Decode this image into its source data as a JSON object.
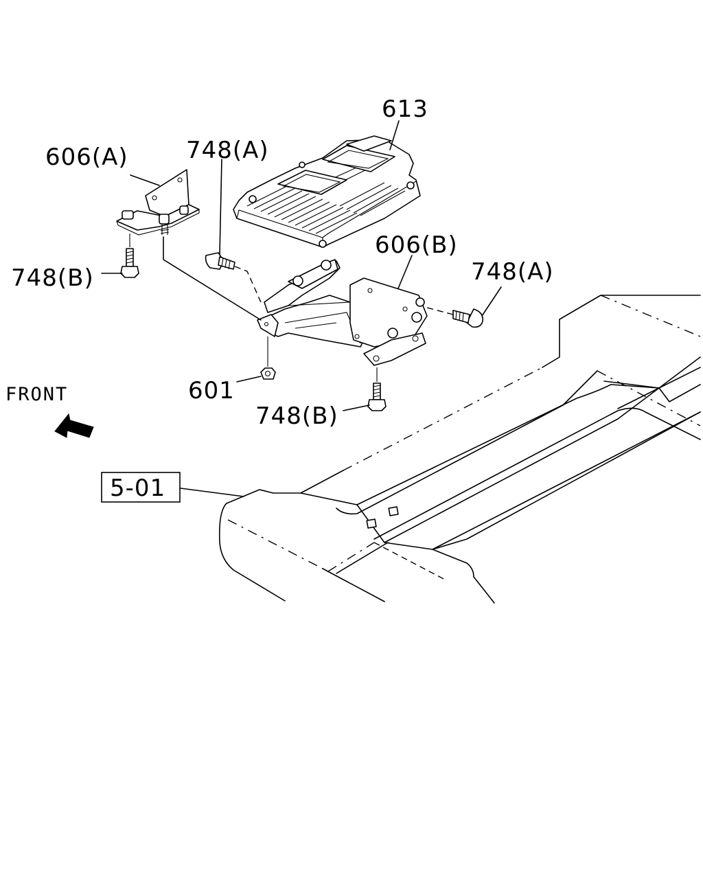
{
  "diagram": {
    "labels": {
      "ecu": "613",
      "bracket_a": "606(A)",
      "bracket_b": "606(B)",
      "bolt_a_left": "748(A)",
      "bolt_a_right": "748(A)",
      "bolt_b_left": "748(B)",
      "bolt_b_bottom": "748(B)",
      "nut": "601",
      "front": "FRONT",
      "ref": "5-01"
    }
  }
}
